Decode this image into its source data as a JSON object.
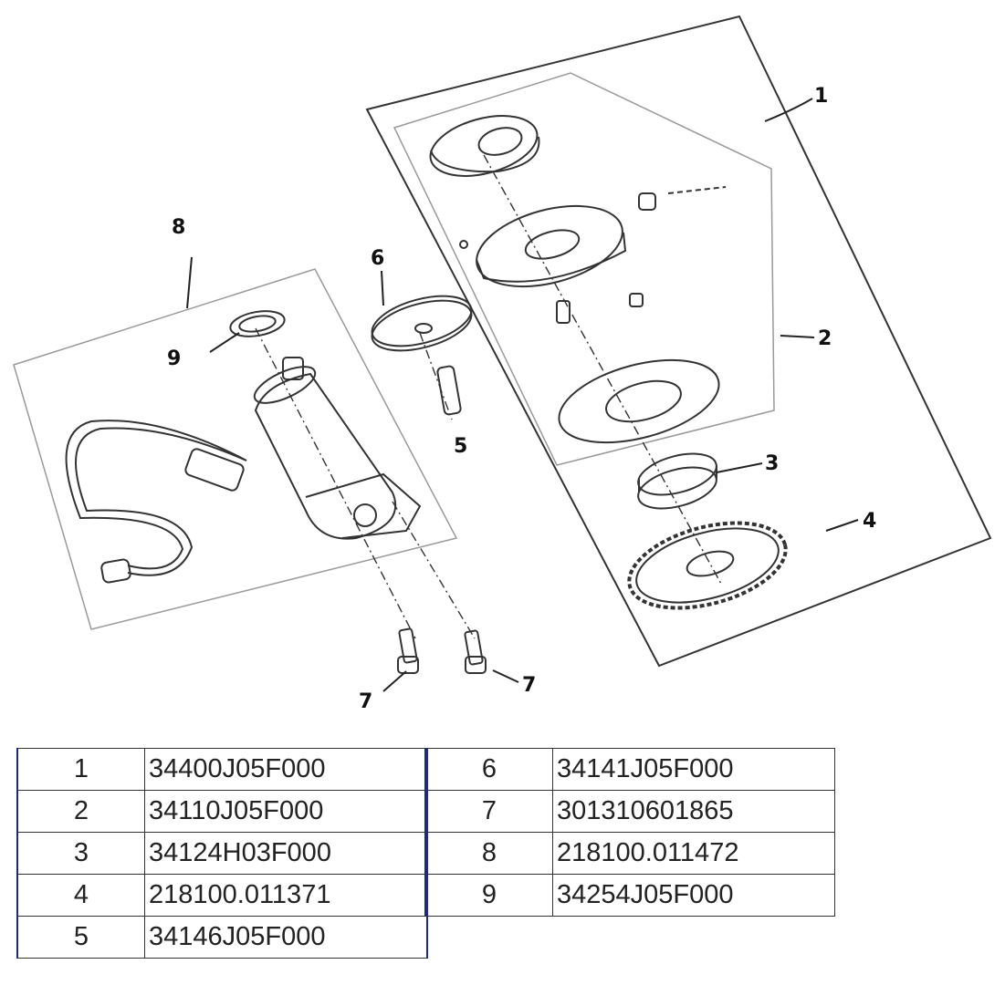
{
  "callouts": {
    "c1": "1",
    "c2": "2",
    "c3": "3",
    "c4": "4",
    "c5": "5",
    "c6": "6",
    "c7a": "7",
    "c7b": "7",
    "c8": "8",
    "c9": "9"
  },
  "parts_table": {
    "left": [
      {
        "no": "1",
        "part": "34400J05F000"
      },
      {
        "no": "2",
        "part": "34110J05F000"
      },
      {
        "no": "3",
        "part": "34124H03F000"
      },
      {
        "no": "4",
        "part": "218100.011371"
      },
      {
        "no": "5",
        "part": "34146J05F000"
      }
    ],
    "right": [
      {
        "no": "6",
        "part": "34141J05F000"
      },
      {
        "no": "7",
        "part": "301310601865"
      },
      {
        "no": "8",
        "part": "218100.011472"
      },
      {
        "no": "9",
        "part": "34254J05F000"
      }
    ]
  },
  "colors": {
    "table_accent": "#1b2a8a",
    "line": "#333333"
  }
}
